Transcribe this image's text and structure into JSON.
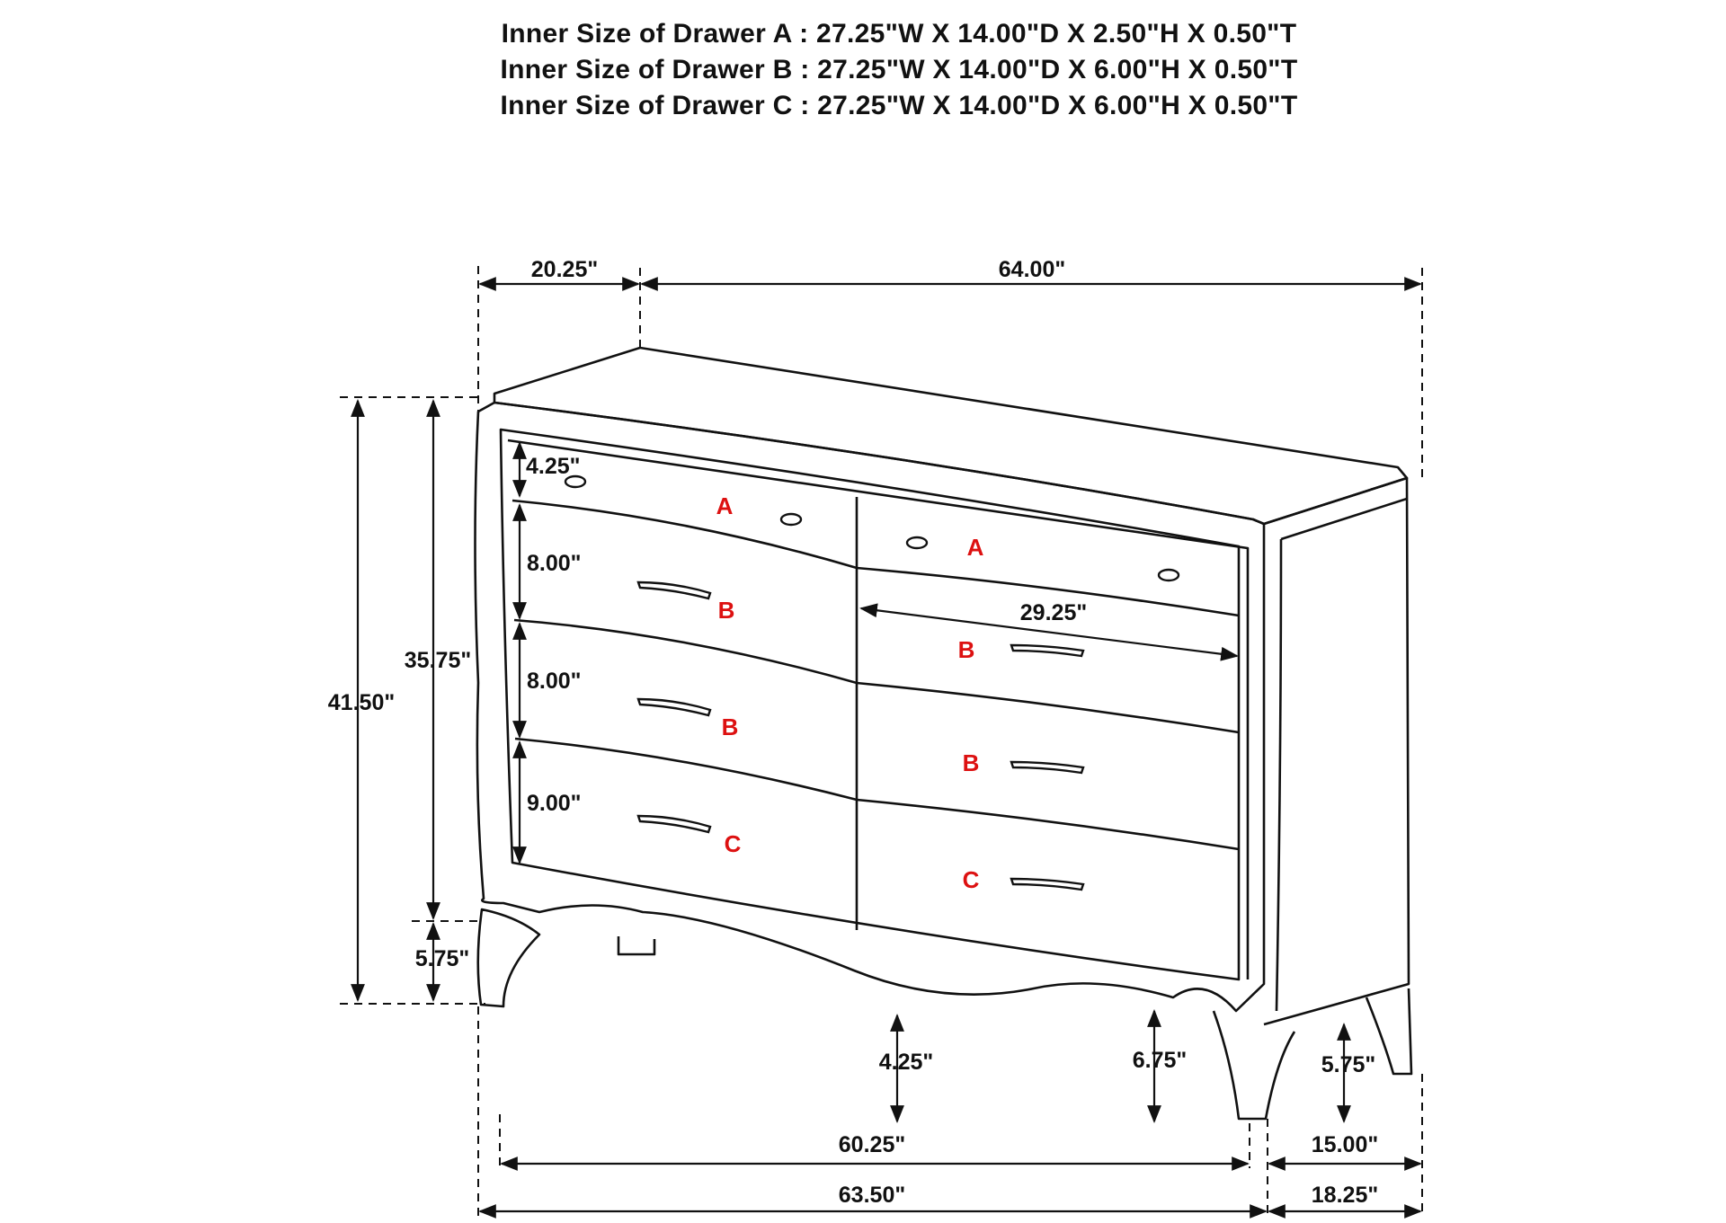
{
  "specs": {
    "a": "Inner Size of Drawer A : 27.25\"W X 14.00\"D X 2.50\"H X 0.50\"T",
    "b": "Inner Size of Drawer B : 27.25\"W X 14.00\"D X 6.00\"H X 0.50\"T",
    "c": "Inner Size of Drawer C : 27.25\"W X 14.00\"D X 6.00\"H X 0.50\"T"
  },
  "dimensions": {
    "depth_top": "20.25\"",
    "width_top": "64.00\"",
    "total_height": "41.50\"",
    "case_height": "35.75\"",
    "leg_height_left": "5.75\"",
    "drawer_a_height": "4.25\"",
    "drawer_b1_height": "8.00\"",
    "drawer_b2_height": "8.00\"",
    "drawer_c_height": "9.00\"",
    "drawer_width": "29.25\"",
    "apron_center": "4.25\"",
    "apron_side": "6.75\"",
    "leg_height_right": "5.75\"",
    "inner_width": "60.25\"",
    "bottom_width": "63.50\"",
    "side_inner": "15.00\"",
    "side_outer": "18.25\""
  },
  "drawer_labels": {
    "a_left": "A",
    "a_right": "A",
    "b1_left": "B",
    "b1_right": "B",
    "b2_left": "B",
    "b2_right": "B",
    "c_left": "C",
    "c_right": "C"
  },
  "colors": {
    "line": "#111111",
    "drawer_label": "#dd1111",
    "background": "#ffffff"
  }
}
